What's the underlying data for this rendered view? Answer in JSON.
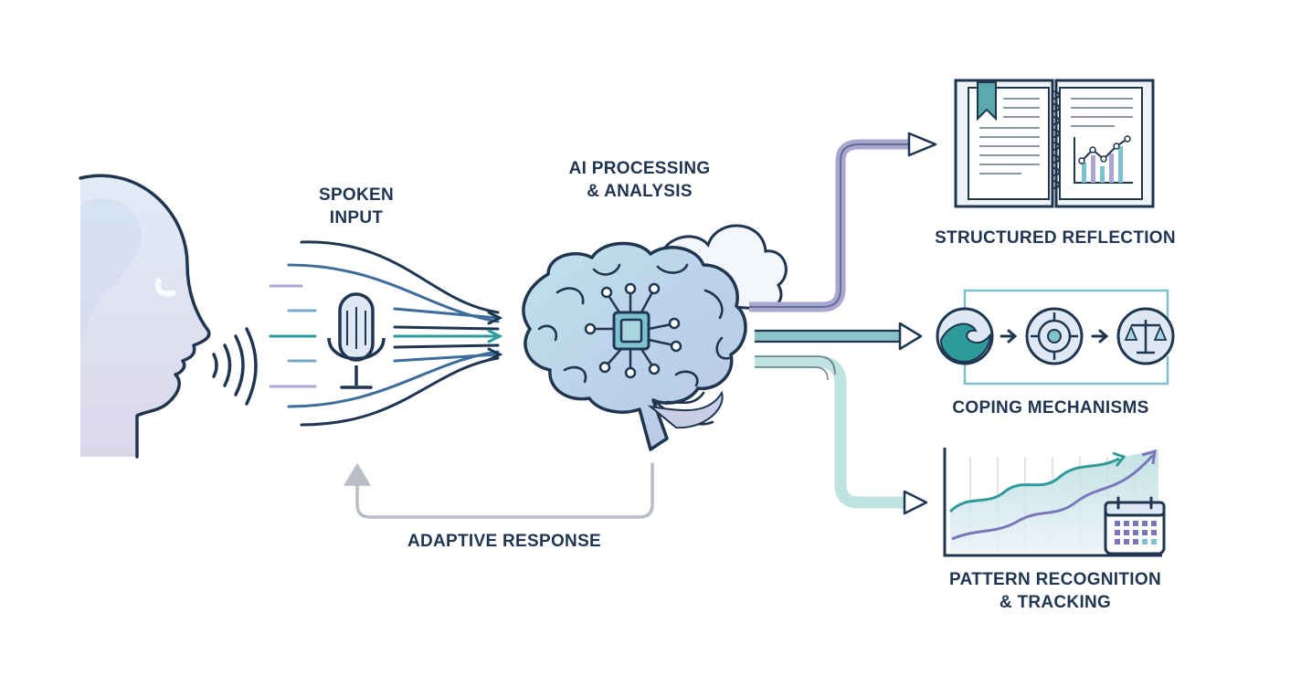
{
  "labels": {
    "spoken_input_line1": "SPOKEN",
    "spoken_input_line2": "INPUT",
    "ai_processing_line1": "AI PROCESSING",
    "ai_processing_line2": "& ANALYSIS",
    "adaptive_response": "ADAPTIVE RESPONSE",
    "structured_reflection": "STRUCTURED REFLECTION",
    "coping_mechanisms": "COPING MECHANISMS",
    "pattern_recognition_line1": "PATTERN RECOGNITION",
    "pattern_recognition_line2": "& TRACKING"
  },
  "icons": [
    "head-profile-icon",
    "sound-waves-icon",
    "microphone-icon",
    "brain-icon",
    "chip-icon",
    "cloud-icon",
    "open-book-icon",
    "bookmark-icon",
    "wave-icon",
    "target-icon",
    "balance-scale-icon",
    "trend-chart-icon",
    "calendar-icon"
  ],
  "colors": {
    "ink": "#1f3550",
    "teal": "#2e9a9a",
    "lavender": "#a9a6d2",
    "light_blue": "#d6e6f2",
    "mint": "#bfe3e0",
    "gray": "#b9bec6"
  }
}
